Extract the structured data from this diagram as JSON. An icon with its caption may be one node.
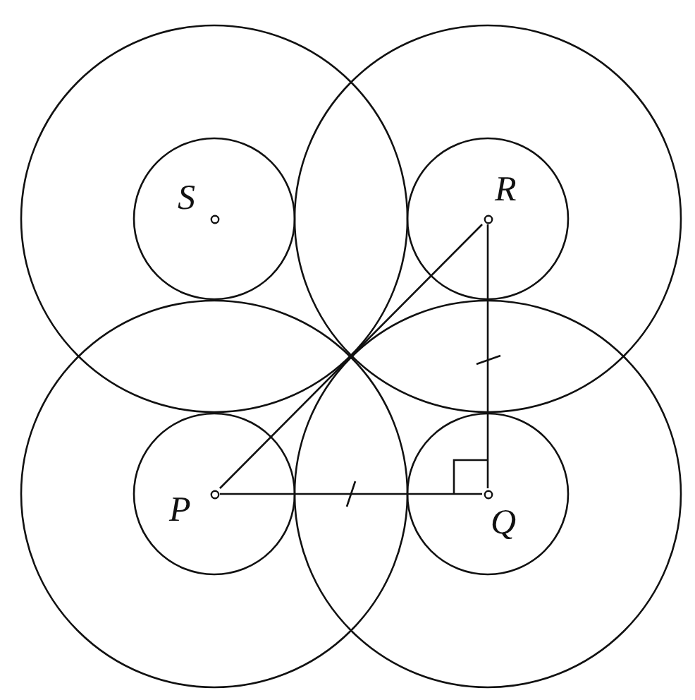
{
  "diagram": {
    "nodes": [
      {
        "text": [
          "S"
        ]
      },
      {
        "text": [
          "R"
        ]
      },
      {
        "text": [
          "P"
        ]
      },
      {
        "text": [
          "Q"
        ]
      }
    ],
    "edges": [
      {
        "from": 2,
        "to": 3,
        "arrow": "none"
      },
      {
        "from": 3,
        "to": 1,
        "arrow": "none"
      },
      {
        "from": 2,
        "to": 1,
        "arrow": "none"
      }
    ]
  }
}
